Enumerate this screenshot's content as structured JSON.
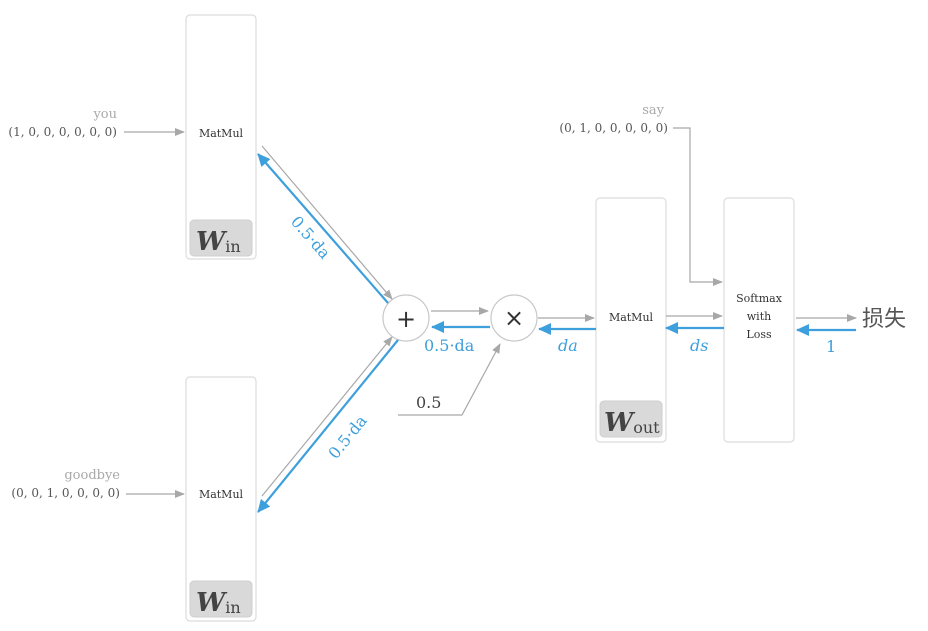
{
  "inputs": {
    "top": {
      "word": "you",
      "vector": "(1, 0, 0, 0, 0, 0, 0)"
    },
    "bottom": {
      "word": "goodbye",
      "vector": "(0, 0, 1, 0, 0, 0, 0)"
    },
    "target": {
      "word": "say",
      "vector": "(0, 1, 0, 0, 0, 0, 0)"
    }
  },
  "layers": {
    "matmul_top": {
      "label": "MatMul",
      "weight": "W",
      "weight_sub": "in"
    },
    "matmul_bottom": {
      "label": "MatMul",
      "weight": "W",
      "weight_sub": "in"
    },
    "matmul_out": {
      "label": "MatMul",
      "weight": "W",
      "weight_sub": "out"
    },
    "softmax": {
      "line1": "Softmax",
      "line2": "with",
      "line3": "Loss"
    }
  },
  "nodes": {
    "add": {
      "symbol": "+"
    },
    "multiply": {
      "symbol": "×"
    }
  },
  "constants": {
    "half": "0.5"
  },
  "gradients": {
    "upper_branch": "0.5·da",
    "lower_branch": "0.5·da",
    "add_in": "0.5·da",
    "mult_in": "da",
    "score": "ds",
    "loss": "1"
  },
  "output": {
    "loss_label": "损失"
  },
  "colors": {
    "forward": "#a8a8a8",
    "backward": "#3d9fdc",
    "box_border": "#dcdcdc",
    "weight_bg": "#d9d9d9"
  }
}
